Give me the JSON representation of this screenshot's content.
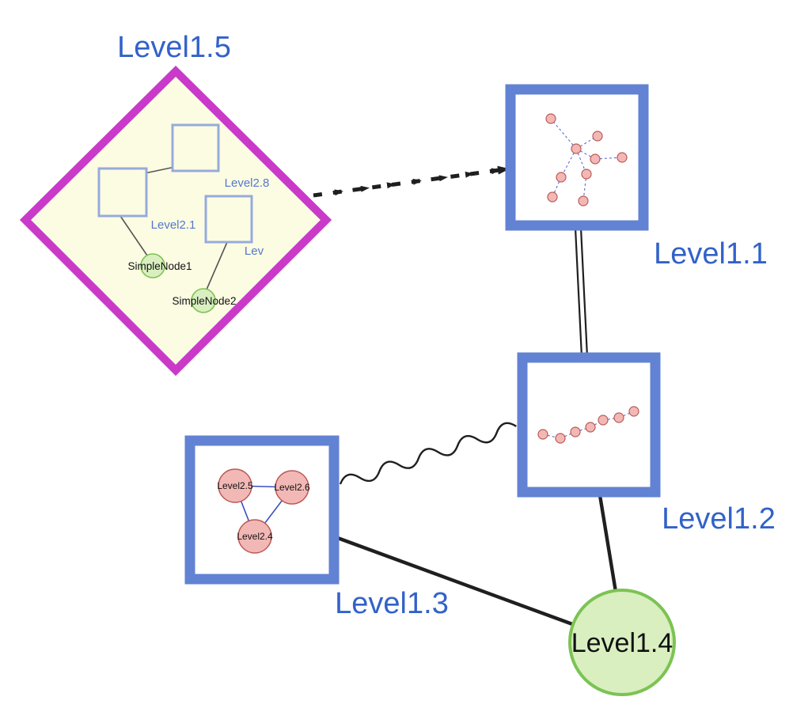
{
  "colors": {
    "background": "#ffffff",
    "label_blue": "#3262c9",
    "inner_label_blue": "#5577cc",
    "black_text": "#111111",
    "diamond_stroke": "#c93ac9",
    "pale_yellow": "#fcfce3",
    "square_stroke": "#6282d3",
    "inner_square_stroke": "#96abdc",
    "green_fill": "#d9efc0",
    "green_stroke": "#7cc353",
    "pink_fill": "#f2b8b6",
    "pink_stroke": "#bb5a56",
    "edge_black": "#1f1f1f",
    "thin_edge_gray": "#555555",
    "mini_edge_blue": "#5a6ed0",
    "triangle_edge_blue": "#3d4ec0"
  },
  "nodes": {
    "level1_5": {
      "label": "Level1.5",
      "shape": "diamond",
      "role": "group-node"
    },
    "level1_1": {
      "label": "Level1.1",
      "shape": "square",
      "inner_nodes": 9
    },
    "level1_2": {
      "label": "Level1.2",
      "shape": "square",
      "inner_nodes": 7
    },
    "level1_3": {
      "label": "Level1.3",
      "shape": "square",
      "inner_nodes": 3
    },
    "level1_4": {
      "label": "Level1.4",
      "shape": "circle"
    },
    "level2_8": {
      "label": "Level2.8",
      "shape": "square",
      "parent": "Level1.5"
    },
    "level2_1": {
      "label": "Level2.1",
      "shape": "square",
      "parent": "Level1.5"
    },
    "level2_lev": {
      "label": "Lev",
      "shape": "square",
      "parent": "Level1.5"
    },
    "simple_node_1": {
      "label": "SimpleNode1",
      "shape": "circle",
      "parent": "Level1.5"
    },
    "simple_node_2": {
      "label": "SimpleNode2",
      "shape": "circle",
      "parent": "Level1.5"
    },
    "level2_5": {
      "label": "Level2.5",
      "shape": "circle",
      "parent": "Level1.3"
    },
    "level2_6": {
      "label": "Level2.6",
      "shape": "circle",
      "parent": "Level1.3"
    },
    "level2_4": {
      "label": "Level2.4",
      "shape": "circle",
      "parent": "Level1.3"
    }
  },
  "edges": [
    {
      "from": "Level1.5",
      "to": "Level1.1",
      "style": "thick-black-dashed-arrow"
    },
    {
      "from": "Level1.1",
      "to": "Level1.2",
      "style": "double-parallel-line"
    },
    {
      "from": "Level1.2",
      "to": "Level1.3",
      "style": "wavy-line"
    },
    {
      "from": "Level1.3",
      "to": "Level1.4",
      "style": "solid-line"
    },
    {
      "from": "Level1.2",
      "to": "Level1.4",
      "style": "solid-line"
    },
    {
      "from": "Level2.8",
      "to": "Level2.1",
      "style": "thin-gray-line"
    },
    {
      "from": "Level2.1",
      "to": "SimpleNode1",
      "style": "thin-gray-line"
    },
    {
      "from": "Lev",
      "to": "SimpleNode2",
      "style": "thin-gray-line"
    },
    {
      "from": "Level2.5",
      "to": "Level2.6",
      "style": "thin-blue-line"
    },
    {
      "from": "Level2.5",
      "to": "Level2.4",
      "style": "thin-blue-line"
    },
    {
      "from": "Level2.6",
      "to": "Level2.4",
      "style": "thin-blue-line"
    }
  ]
}
